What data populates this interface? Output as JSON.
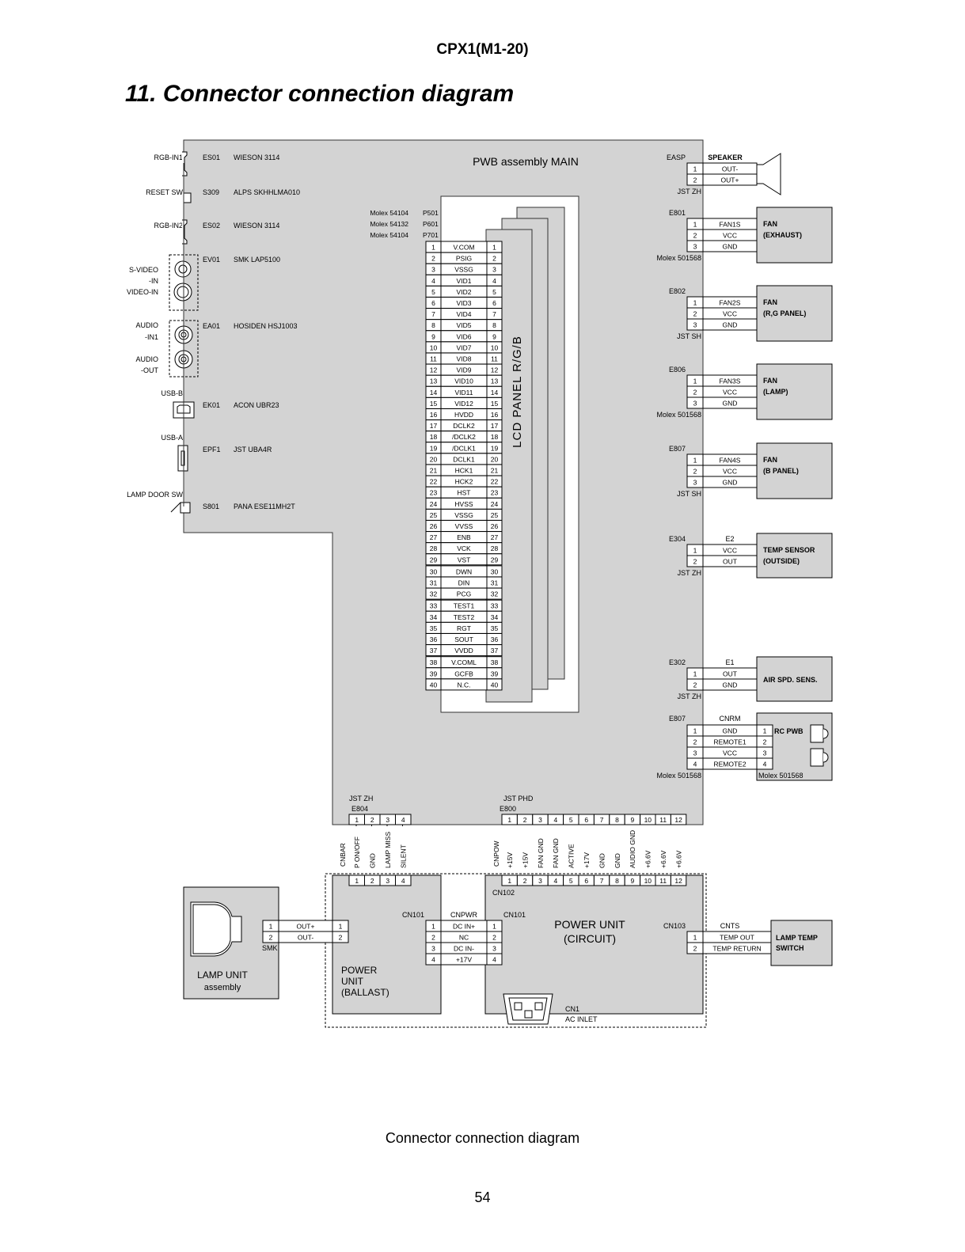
{
  "header": {
    "model": "CPX1(M1-20)"
  },
  "title": "11. Connector connection diagram",
  "caption": "Connector connection diagram",
  "page_number": "54",
  "main_board": {
    "label": "PWB assembly MAIN"
  },
  "lcd_panel": {
    "label": "LCD PANEL R/G/B"
  },
  "left_connectors": [
    {
      "port": "RGB-IN1",
      "ref": "ES01",
      "part": "WIESON 3114",
      "shape": "dsub"
    },
    {
      "port": "RESET SW",
      "ref": "S309",
      "part": "ALPS SKHHLMA010",
      "shape": "switch"
    },
    {
      "port": "RGB-IN2",
      "ref": "ES02",
      "part": "WIESON 3114",
      "shape": "dsub"
    },
    {
      "port": "S-VIDEO\n-IN\nVIDEO-IN",
      "ref": "EV01",
      "part": "SMK LAP5100",
      "shape": "svideo"
    },
    {
      "port": "AUDIO\n-IN1\nAUDIO\n-OUT",
      "ref": "EA01",
      "part": "HOSIDEN HSJ1003",
      "shape": "audio"
    },
    {
      "port": "USB-B",
      "ref": "EK01",
      "part": "ACON UBR23",
      "shape": "usbb"
    },
    {
      "port": "USB-A",
      "ref": "EPF1",
      "part": "JST UBA4R",
      "shape": "usba"
    },
    {
      "port": "LAMP DOOR SW",
      "ref": "S801",
      "part": "PANA ESE11MH2T",
      "shape": "doorsw"
    }
  ],
  "panel_connectors": {
    "rows": [
      {
        "molex": "Molex 54104",
        "ref": "P501"
      },
      {
        "molex": "Molex 54132",
        "ref": "P601"
      },
      {
        "molex": "Molex 54104",
        "ref": "P701"
      }
    ],
    "signals": [
      "V.COM",
      "PSIG",
      "VSSG",
      "VID1",
      "VID2",
      "VID3",
      "VID4",
      "VID5",
      "VID6",
      "VID7",
      "VID8",
      "VID9",
      "VID10",
      "VID11",
      "VID12",
      "HVDD",
      "DCLK2",
      "/DCLK2",
      "/DCLK1",
      "DCLK1",
      "HCK1",
      "HCK2",
      "HST",
      "HVSS",
      "VSSG",
      "VVSS",
      "ENB",
      "VCK",
      "VST",
      "DWN",
      "DIN",
      "PCG",
      "TEST1",
      "TEST2",
      "RGT",
      "SOUT",
      "VVDD",
      "V.COML",
      "GCFB",
      "N.C."
    ]
  },
  "right_connectors": [
    {
      "ref": "EASP",
      "type": "JST ZH",
      "type_pos": "below",
      "head": "SPEAKER",
      "device": "",
      "pins": [
        "OUT-",
        "OUT+"
      ]
    },
    {
      "ref": "E801",
      "type": "Molex 501568",
      "type_pos": "below",
      "head": "",
      "device": "FAN\n(EXHAUST)",
      "pins": [
        "FAN1S",
        "VCC",
        "GND"
      ]
    },
    {
      "ref": "E802",
      "type": "JST SH",
      "type_pos": "below",
      "head": "",
      "device": "FAN\n(R,G PANEL)",
      "pins": [
        "FAN2S",
        "VCC",
        "GND"
      ]
    },
    {
      "ref": "E806",
      "type": "Molex 501568",
      "type_pos": "below",
      "head": "",
      "device": "FAN\n(LAMP)",
      "pins": [
        "FAN3S",
        "VCC",
        "GND"
      ]
    },
    {
      "ref": "E807",
      "type": "JST SH",
      "type_pos": "below",
      "head": "",
      "device": "FAN\n(B PANEL)",
      "pins": [
        "FAN4S",
        "VCC",
        "GND"
      ]
    },
    {
      "ref": "E304",
      "type": "JST ZH",
      "type_pos": "below",
      "head": "E2",
      "device": "TEMP SENSOR\n(OUTSIDE)",
      "pins": [
        "VCC",
        "OUT"
      ]
    },
    {
      "ref": "E302",
      "type": "JST ZH",
      "type_pos": "below",
      "head": "E1",
      "device": "AIR SPD. SENS.",
      "pins": [
        "OUT",
        "GND"
      ]
    }
  ],
  "rc_connector": {
    "ref": "E807",
    "head": "CNRM",
    "type": "Molex 501568",
    "device": "RC PWB",
    "device_type": "Molex 501568",
    "pins": [
      "GND",
      "REMOTE1",
      "VCC",
      "REMOTE2"
    ]
  },
  "bottom_connectors": {
    "e804": {
      "type": "JST ZH",
      "ref": "E804",
      "cable": "CNBAR",
      "signals": [
        "P ON/OFF",
        "GND",
        "LAMP MISS",
        "SILENT"
      ]
    },
    "e800": {
      "type": "JST PHD",
      "ref": "E800",
      "cable": "CNPOW",
      "signals": [
        "+15V",
        "+15V",
        "FAN GND",
        "FAN GND",
        "ACTIVE",
        "+17V",
        "GND",
        "GND",
        "AUDIO GND",
        "+6.6V",
        "+6.6V",
        "+6.6V"
      ]
    },
    "cn102": "CN102"
  },
  "lamp_unit": {
    "label": "LAMP UNIT\nassembly",
    "connector": "SMK",
    "pins": [
      "OUT+",
      "OUT-"
    ]
  },
  "ballast": {
    "label": "POWER\nUNIT\n(BALLAST)",
    "ref": "CN101"
  },
  "cnpwr": {
    "head": "CNPWR",
    "pins": [
      "DC IN+",
      "NC",
      "DC IN-",
      "+17V"
    ]
  },
  "power_unit": {
    "label": "POWER UNIT\n(CIRCUIT)",
    "ref_in": "CN101",
    "ref_out": "CN103",
    "inlet_ref": "CN1",
    "inlet_label": "AC INLET"
  },
  "cnts": {
    "head": "CNTS",
    "device": "LAMP TEMP\nSWITCH",
    "pins": [
      "TEMP OUT",
      "TEMP RETURN"
    ]
  }
}
